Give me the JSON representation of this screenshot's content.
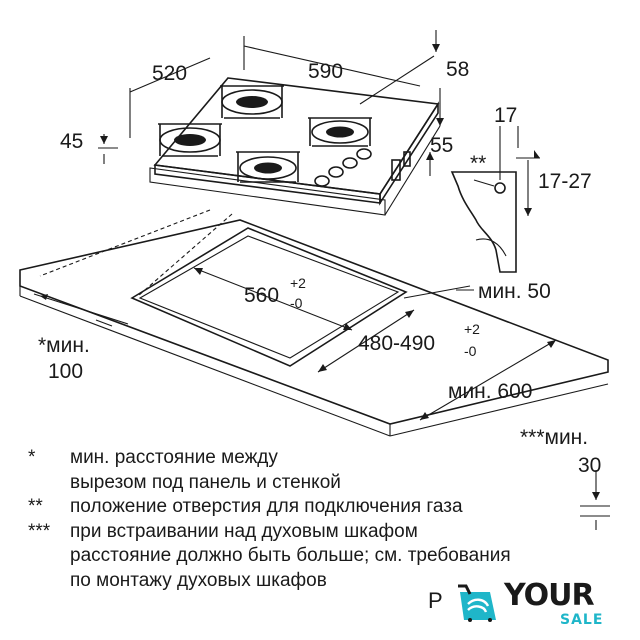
{
  "dimensions": {
    "width_520": "520",
    "width_590": "590",
    "depth_58": "58",
    "height_45": "45",
    "height_55": "55",
    "panel_17": "17",
    "panel_17_27": "17-27",
    "double_star": "**",
    "min_50": "мин. 50",
    "cutout_560": "560",
    "cutout_560_plus": "+2",
    "cutout_560_minus": "-0",
    "cutout_480": "480-490",
    "cutout_480_plus": "+2",
    "cutout_480_minus": "-0",
    "star_min_label": "*мин.",
    "star_min_value": "100",
    "min_600": "мин. 600",
    "triple_star_label": "***мин.",
    "triple_star_value": "30"
  },
  "legend": [
    {
      "mark": "*",
      "lines": [
        "мин. расстояние между",
        "вырезом под панель и стенкой"
      ]
    },
    {
      "mark": "**",
      "lines": [
        "положение отверстия для подключения газа"
      ]
    },
    {
      "mark": "***",
      "lines": [
        "при встраивании над духовым шкафом",
        "расстояние должно быть больше; см. требования",
        "по монтажу духовых шкафов"
      ]
    }
  ],
  "footer_char": "P",
  "logo": {
    "word": "YOUR",
    "sub": "SALE",
    "accent": "#1fb6c9"
  }
}
